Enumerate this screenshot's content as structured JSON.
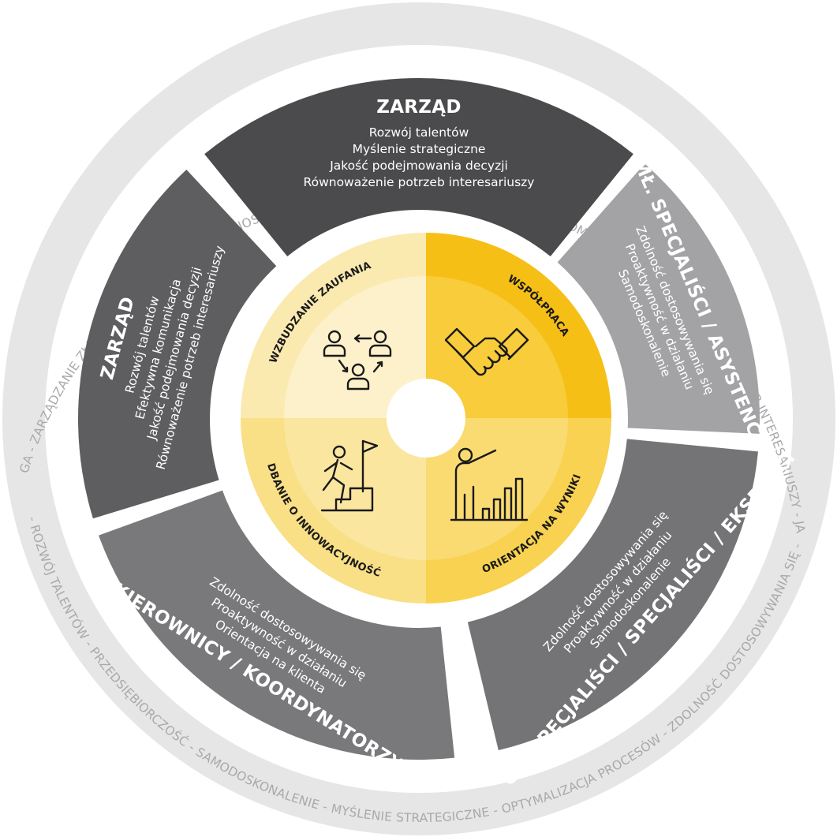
{
  "outer_ring": {
    "items": [
      "PROAKTYWNOŚĆ W DZIAŁANIU",
      "EFEKTYWNA KOMUNIKACJA",
      "RÓWNOWAŻENIE POTRZEB INTERESARIUSZY",
      "JAKOŚĆ PODEJMOWANYCH DECYZJI",
      "ZDOLNOŚĆ DOSTOSOWYWANIA SIĘ",
      "OPTYMALIZACJA PROCESÓW",
      "MYŚLENIE STRATEGICZNE",
      "SAMODOSKONALENIE",
      "PRZEDSIĘBIORCZOŚĆ",
      "ROZWÓJ TALENTÓW",
      "ORIENTACJA NA KLIENTA",
      "ODWAGA",
      "ZARZĄDZANIE ZŁOŻONOŚCIĄ",
      "ODPOWIEDZIALNOŚĆ"
    ],
    "separator": "-"
  },
  "segments": [
    {
      "id": "top",
      "title": "ZARZĄD",
      "lines": [
        "Rozwój talentów",
        "Myślenie strategiczne",
        "Jakość podejmowania decyzji",
        "Równoważenie potrzeb interesariuszy"
      ],
      "color": "#4b4b4d"
    },
    {
      "id": "right-top",
      "title": "MŁ. SPECJALIŚCI / ASYSTENCI",
      "lines": [
        "Zdolność dostosowywania się",
        "Proaktywność w działaniu",
        "Samodoskonalenie"
      ],
      "color": "#a3a3a5"
    },
    {
      "id": "right-bottom",
      "title": "GŁ. SPECJALIŚCI / SPECJALIŚCI / EKSPERCI",
      "lines": [
        "Zdolność dostosowywania się",
        "Proaktywność w działaniu",
        "Samodoskonalenie"
      ],
      "color": "#747476"
    },
    {
      "id": "bottom",
      "title": "KIEROWNICY / KOORDYNATORZY",
      "lines": [
        "Zdolność dostosowywania się",
        "Proaktywność w działaniu",
        "Orientacja na klienta"
      ],
      "color": "#79797b"
    },
    {
      "id": "left",
      "title": "ZARZĄD",
      "lines": [
        "Rozwój talentów",
        "Efektywna komunikacja",
        "Jakość podejmowania decyzji",
        "Równoważenie potrzeb interesariuszy"
      ],
      "color": "#5e5e60"
    }
  ],
  "core": {
    "quadrants": [
      {
        "id": "trust",
        "label": "WZBUDZANIE ZAUFANIA",
        "icon": "people-exchange-icon",
        "color": "#fbeab0",
        "inner_color": "#fdf1cb"
      },
      {
        "id": "cooperation",
        "label": "WSPÓŁPRACA",
        "icon": "handshake-icon",
        "color": "#f6bf16",
        "inner_color": "#f8cc3a"
      },
      {
        "id": "results",
        "label": "ORIENTACJA NA WYNIKI",
        "icon": "presenter-chart-icon",
        "color": "#f8d250",
        "inner_color": "#fadb72"
      },
      {
        "id": "innovation",
        "label": "DBANIE O INNOWACYJNOŚĆ",
        "icon": "climbing-flag-icon",
        "color": "#f9df86",
        "inner_color": "#fbe6a0"
      }
    ]
  },
  "colors": {
    "outer_ring": "#e6e6e7",
    "ring_text": "#a9a9a9",
    "center": "#ffffff"
  }
}
